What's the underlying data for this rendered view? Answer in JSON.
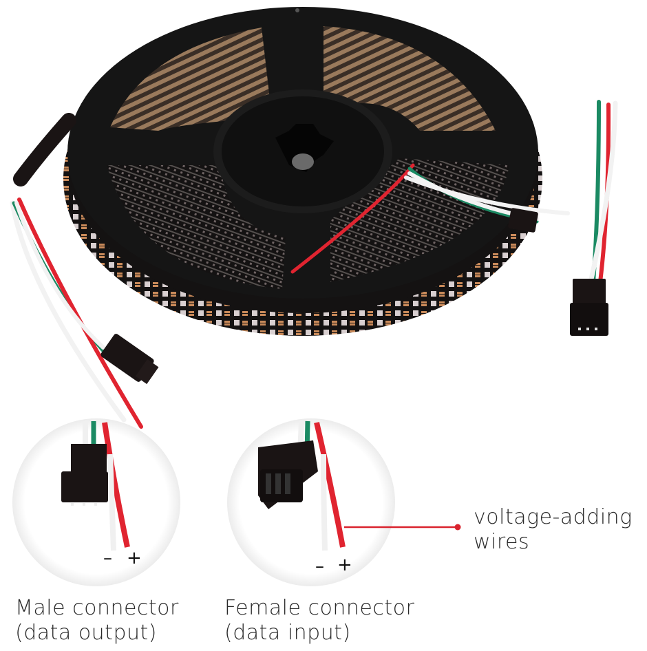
{
  "image": {
    "subject": "addressable RGB LED strip on reel",
    "background": "#ffffff"
  },
  "callouts": [
    {
      "id": "male",
      "line1": "Male connector",
      "line2": "(data output)",
      "minus": "–",
      "plus": "+"
    },
    {
      "id": "female",
      "line1": "Female connector",
      "line2": "(data input)",
      "minus": "–",
      "plus": "+"
    }
  ],
  "annotation": {
    "line1": "voltage-adding",
    "line2": "wires",
    "pointer_color": "#d9232e"
  },
  "colors": {
    "reel": "#151515",
    "wire_red": "#e02430",
    "wire_green": "#1b8a63",
    "wire_white": "#f1f1f1",
    "connector": "#1a1414",
    "strip_copper": "#c98a5a",
    "text": "#2a2a2a"
  }
}
